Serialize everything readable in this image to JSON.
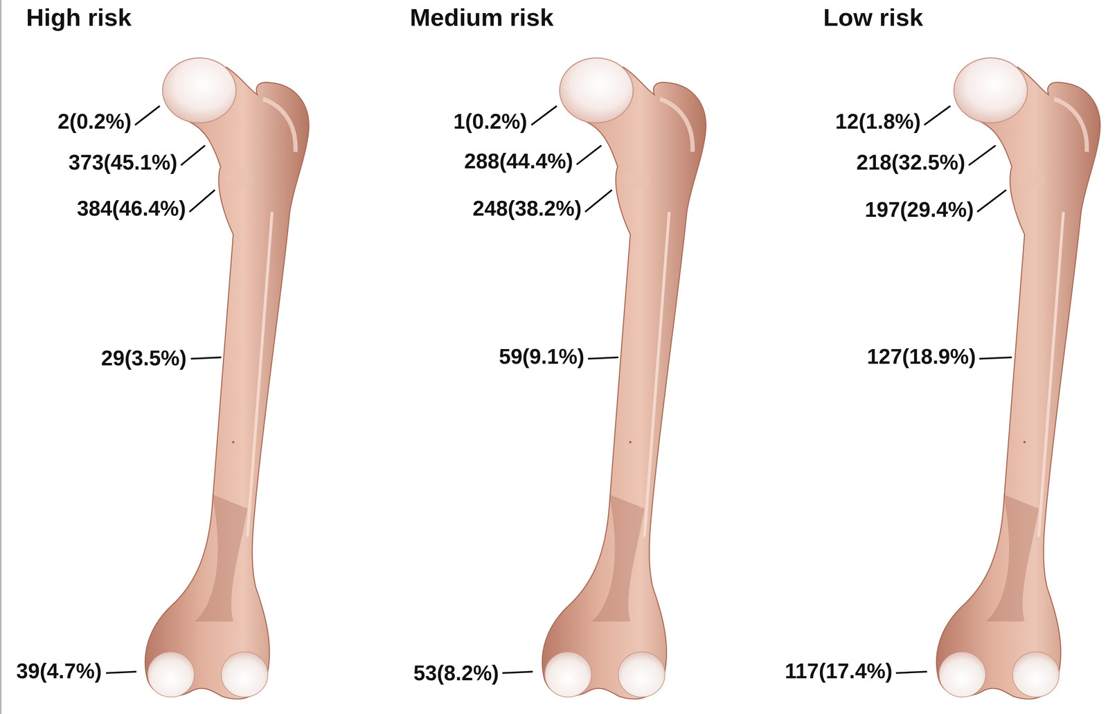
{
  "diagram": {
    "labels": [
      "High risk",
      "2(0.2%)",
      "373(45.1%)",
      "384(46.4%)",
      "29(3.5%)",
      "39(4.7%)",
      "Medium risk",
      "1(0.2%)",
      "288(44.4%)",
      "248(38.2%)",
      "59(9.1%)",
      "53(8.2%)",
      "Low risk",
      "12(1.8%)",
      "218(32.5%)",
      "197(29.4%)",
      "127(18.9%)",
      "117(17.4%)"
    ]
  }
}
